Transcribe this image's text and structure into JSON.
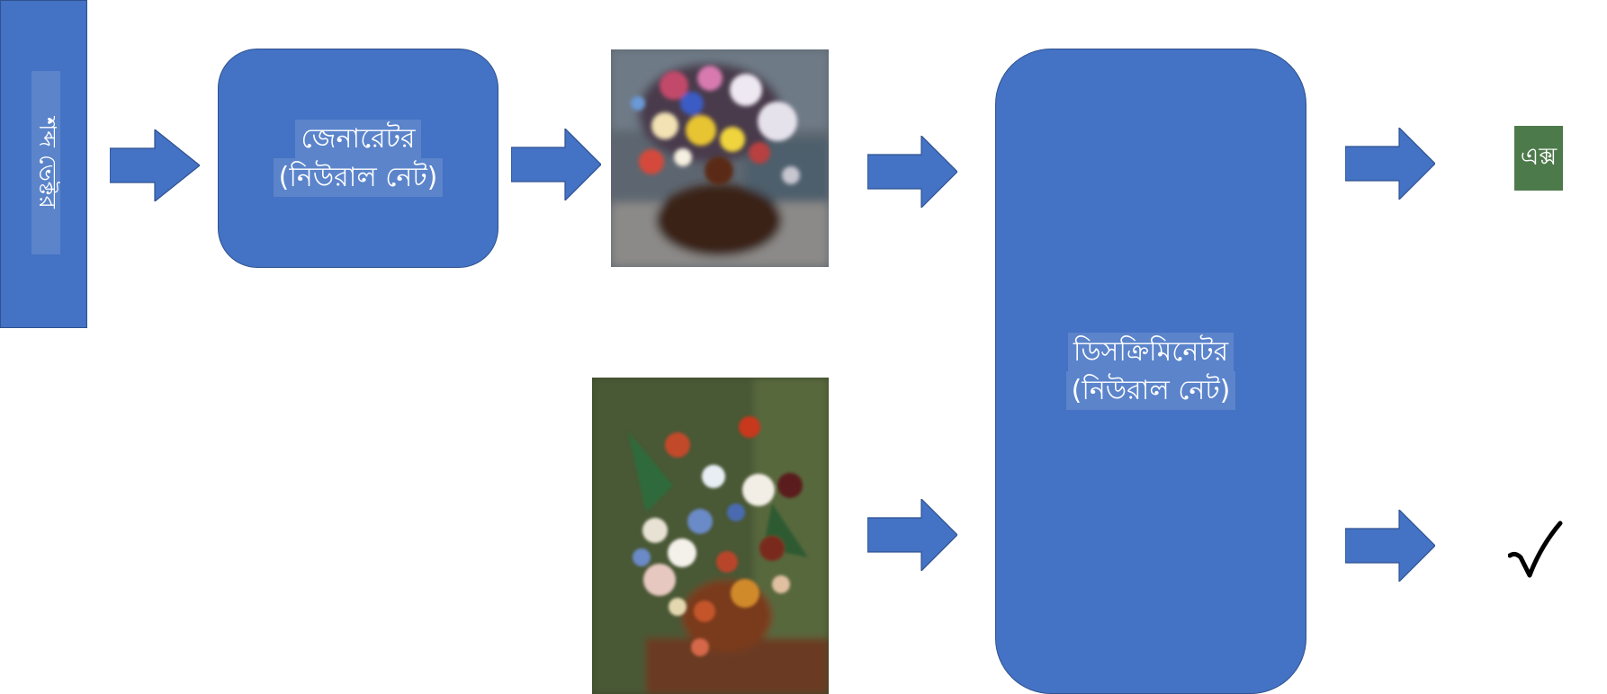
{
  "noise_vector": {
    "label": "শব্দ ভেক্টর"
  },
  "generator": {
    "line1": "জেনারেটর",
    "line2": "(নিউরাল নেট)"
  },
  "discriminator": {
    "line1": "ডিসক্রিমিনেটর",
    "line2": "(নিউরাল নেট)"
  },
  "outputs": {
    "fake_label": "এক্স"
  },
  "colors": {
    "box_fill": "#4472c4",
    "box_border": "#2f528f",
    "arrow_fill": "#4472c4",
    "fake_badge": "#4d7a4a",
    "check_mark": "#000000"
  },
  "icons": {
    "generated_image": "generated-flower-painting-image",
    "real_image": "real-flower-painting-image",
    "fake_output": "fake-output-badge",
    "real_output": "checkmark-icon"
  }
}
